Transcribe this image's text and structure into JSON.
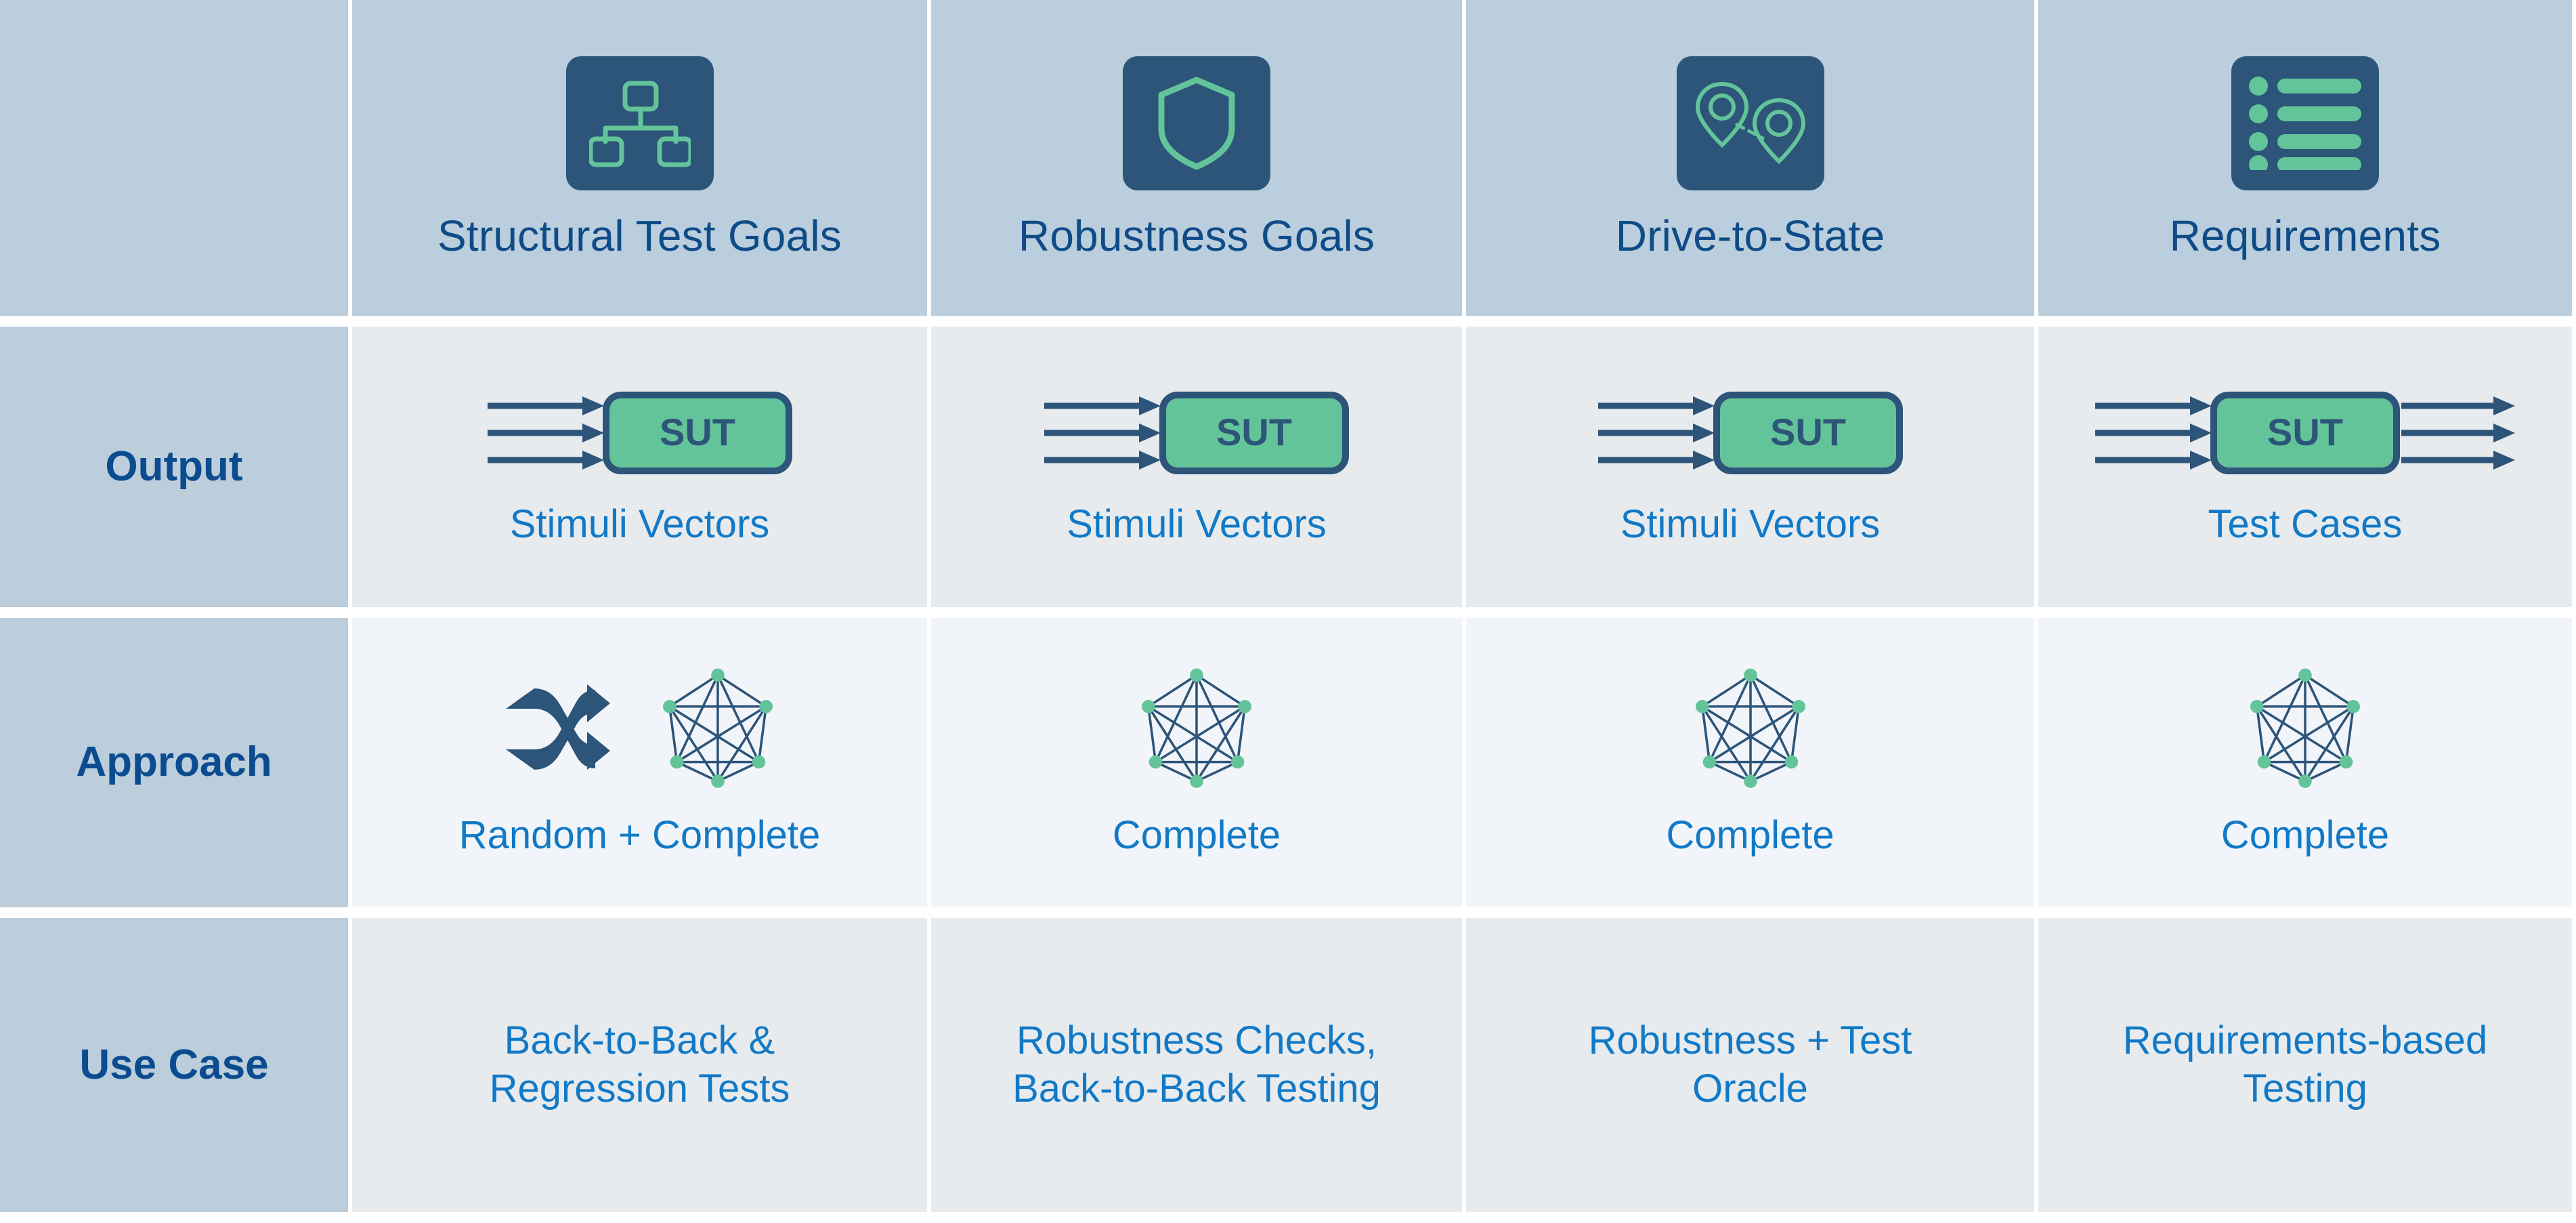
{
  "palette": {
    "header_band": "#bbcedd",
    "row_label_band": "#bccddb",
    "row_even": "#e7ebee",
    "row_odd": "#f1f5f9",
    "icon_badge": "#2d5479",
    "icon_accent": "#63c49a",
    "title_blue": "#0e4b87",
    "label_blue": "#0b4c90",
    "body_blue": "#1279c6",
    "sut_fill": "#63c49a",
    "sut_stroke": "#2d5479"
  },
  "columns": [
    {
      "id": "structural-test-goals",
      "title": "Structural Test Goals",
      "icon": "hierarchy-icon"
    },
    {
      "id": "robustness-goals",
      "title": "Robustness Goals",
      "icon": "shield-icon"
    },
    {
      "id": "drive-to-state",
      "title": "Drive-to-State",
      "icon": "map-pins-route-icon"
    },
    {
      "id": "requirements",
      "title": "Requirements",
      "icon": "bulleted-list-icon"
    }
  ],
  "rows": [
    {
      "id": "output",
      "label": "Output",
      "cells": [
        {
          "diagram": "sut-inputs",
          "text": "Stimuli Vectors",
          "sut_label": "SUT"
        },
        {
          "diagram": "sut-inputs",
          "text": "Stimuli Vectors",
          "sut_label": "SUT"
        },
        {
          "diagram": "sut-inputs",
          "text": "Stimuli Vectors",
          "sut_label": "SUT"
        },
        {
          "diagram": "sut-inputs-outputs",
          "text": "Test Cases",
          "sut_label": "SUT"
        }
      ]
    },
    {
      "id": "approach",
      "label": "Approach",
      "cells": [
        {
          "diagram": "shuffle-plus-graph",
          "text": "Random + Complete"
        },
        {
          "diagram": "graph",
          "text": "Complete"
        },
        {
          "diagram": "graph",
          "text": "Complete"
        },
        {
          "diagram": "graph",
          "text": "Complete"
        }
      ]
    },
    {
      "id": "use-case",
      "label": "Use Case",
      "cells": [
        {
          "text": "Back-to-Back &\nRegression Tests"
        },
        {
          "text": "Robustness Checks,\nBack-to-Back Testing"
        },
        {
          "text": "Robustness + Test\nOracle"
        },
        {
          "text": "Requirements-based\nTesting"
        }
      ]
    }
  ]
}
